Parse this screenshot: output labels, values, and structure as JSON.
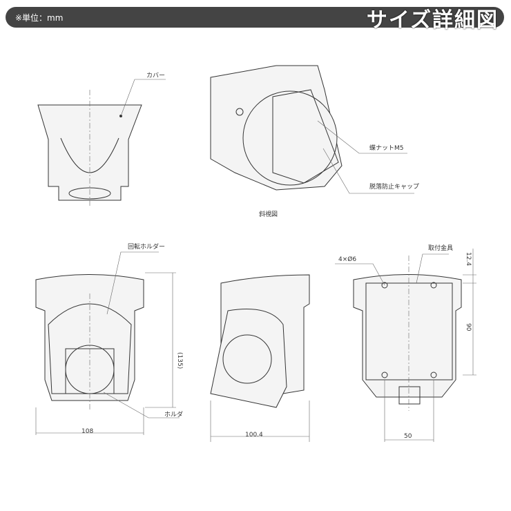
{
  "header": {
    "unit": "※単位：mm",
    "title": "サイズ詳細図"
  },
  "labels": {
    "cover": "カバー",
    "wing_nut": "蝶ナットM5",
    "cap": "脱落防止キャップ",
    "perspective": "斜視図",
    "rotary_holder": "回転ホルダー",
    "holder": "ホルダ",
    "holes": "4×Ø6",
    "bracket": "取付金具"
  },
  "dimensions": {
    "height": "(135)",
    "width_front": "108",
    "width_side": "100.4",
    "width_back": "50",
    "hole_pitch": "90",
    "top_offset": "12.4"
  }
}
